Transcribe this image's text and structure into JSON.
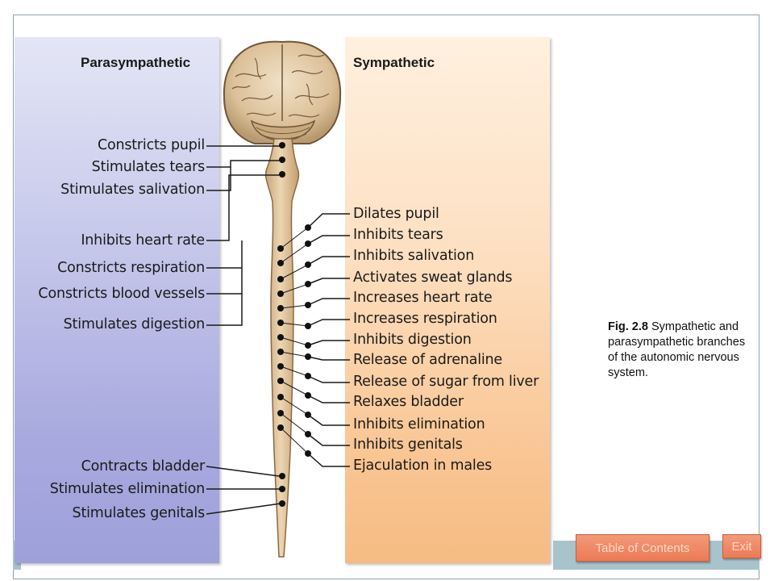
{
  "parasympathetic": {
    "title": "Parasympathetic",
    "effects": [
      "Constricts pupil",
      "Stimulates tears",
      "Stimulates salivation",
      "Inhibits heart rate",
      "Constricts respiration",
      "Constricts blood vessels",
      "Stimulates digestion",
      "Contracts bladder",
      "Stimulates elimination",
      "Stimulates genitals"
    ]
  },
  "sympathetic": {
    "title": "Sympathetic",
    "effects": [
      "Dilates pupil",
      "Inhibits tears",
      "Inhibits salivation",
      "Activates sweat glands",
      "Increases heart rate",
      "Increases respiration",
      "Inhibits digestion",
      "Release of adrenaline",
      "Release of sugar from liver",
      "Relaxes bladder",
      "Inhibits elimination",
      "Inhibits genitals",
      "Ejaculation in males"
    ]
  },
  "caption": {
    "figure": "Fig. 2.8",
    "text": "Sympathetic and parasympathetic branches of the autonomic nervous system."
  },
  "navigation": {
    "toc_label": "Table of Contents",
    "exit_label": "Exit"
  },
  "colors": {
    "parasympathetic_panel": "#a9aadf",
    "sympathetic_panel": "#f9c593",
    "nerve_tissue": "#e8cfa8",
    "button": "#ec7a55"
  }
}
